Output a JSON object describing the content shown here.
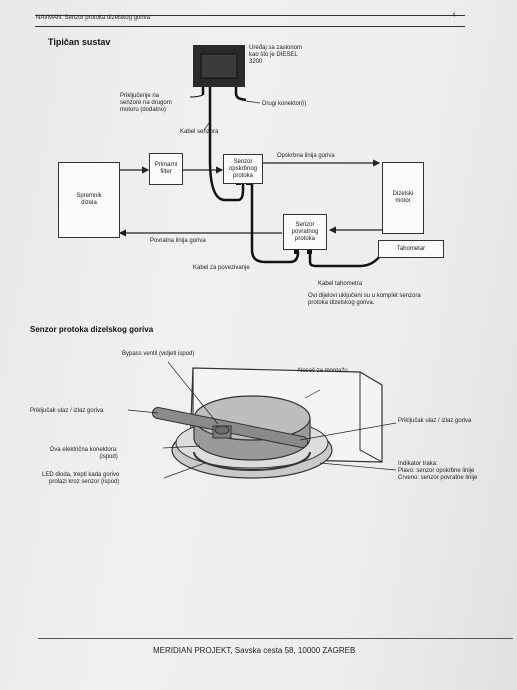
{
  "header": {
    "title": "NAVMAN: Senzor protoka dizelskog goriva",
    "page_number": "4"
  },
  "section1": {
    "title": "Tipičan sustav",
    "display_unit_label": "Uređaj sa zaslonom\nkao što je DIESEL\n3200",
    "other_engine_label": "Priključenje na\nsenzore na drugom\nmotoru (dodatno)",
    "other_connectors_label": "Drugi konektor(i)",
    "sensor_cable_label": "Kabel senzora",
    "tank_label": "Spremnik\ndizela",
    "primary_filter_label": "Primarni\nfilter",
    "supply_sensor_label": "Senzor\nopskrbnog\nprotoka",
    "supply_line_label": "Opskrbna linija goriva",
    "engine_label": "Dizelski\nmotor",
    "return_sensor_label": "Senzor\npovratnog\nprotoka",
    "return_line_label": "Povratna linija goriva",
    "tachometer_label": "Tahometar",
    "link_cable_label": "Kabel za povezivanje",
    "tach_cable_label": "Kabel tahometra",
    "kit_note": "Ovi dijelovi uključeni su u komplet senzora\nprotoka dizelskog goriva."
  },
  "section2": {
    "title": "Senzor protoka dizelskog goriva",
    "bypass_label": "Bypass ventil (vidjeti ispod)",
    "bracket_label": "Nosač za montažu",
    "port_left_label": "Priključak ulaz / izlaz goriva",
    "port_right_label": "Priključak ulaz / izlaz goriva",
    "connectors_label": "Dva električna konektora:\n(ispod)",
    "led_label": "LED dioda, trepti kada gorivo\nprolazi kroz senzor (ispod)",
    "stripe_label": "Indikator traka:\nPlavo: senzor opskrbne linije\nCrveno: senzor povratne linije"
  },
  "footer": {
    "text": "MERIDIAN PROJEKT, Savska cesta 58, 10000 ZAGREB"
  }
}
